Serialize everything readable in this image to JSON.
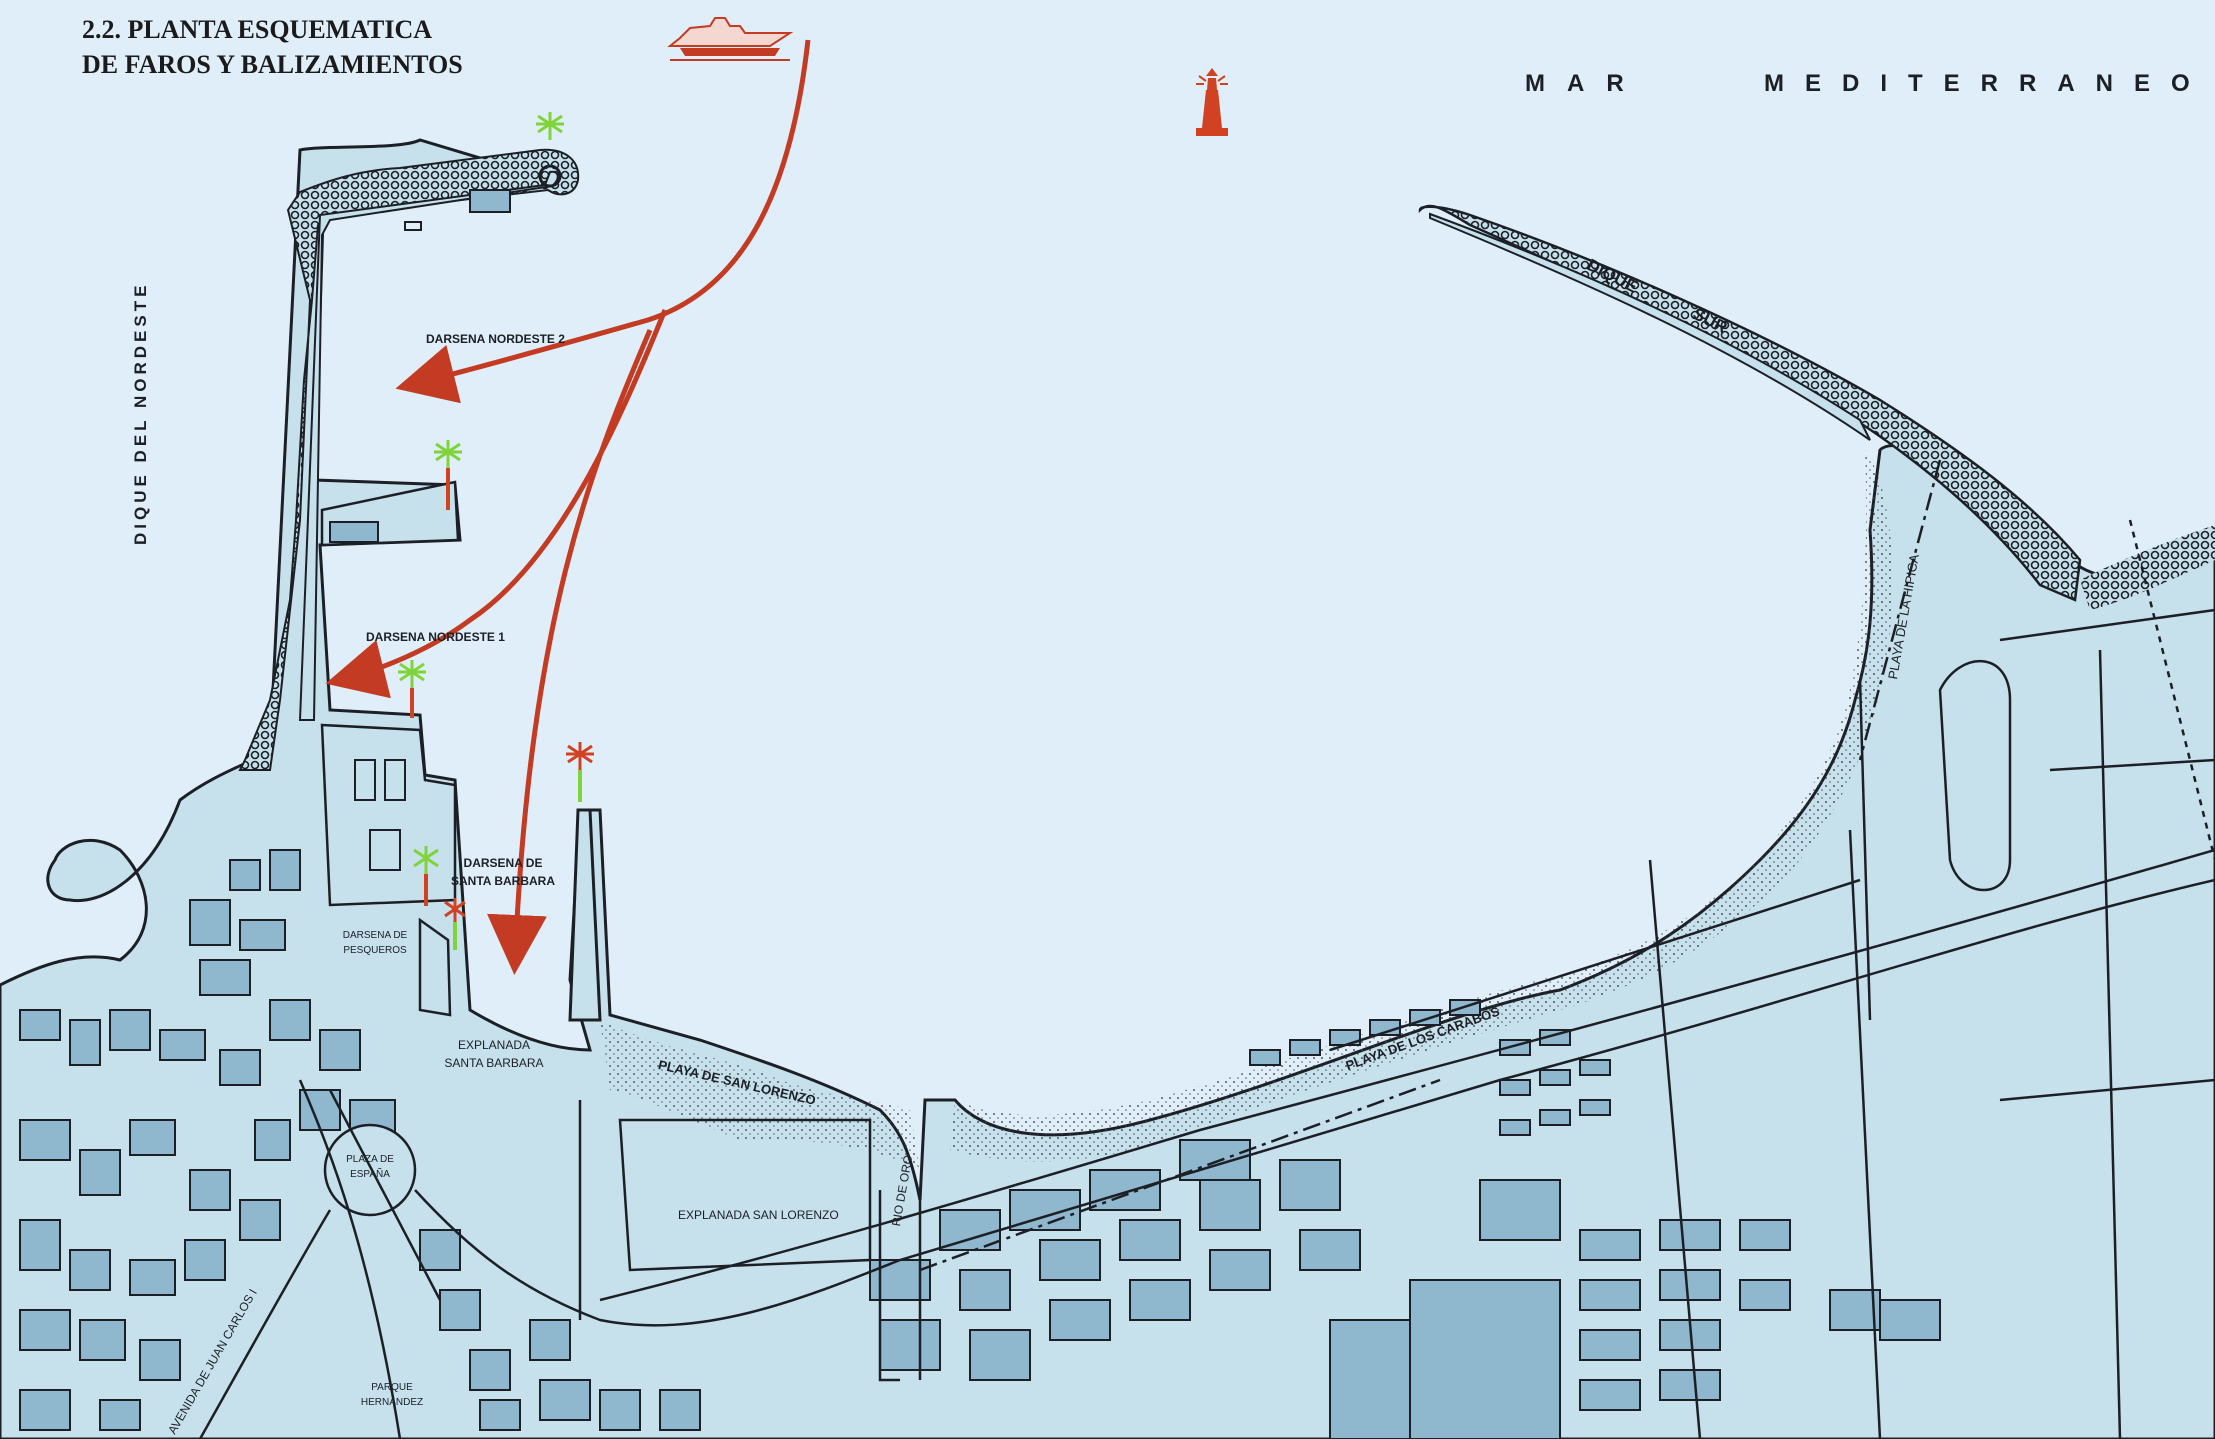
{
  "title": {
    "line1": "2.2. PLANTA ESQUEMATICA",
    "line2": "DE FAROS Y BALIZAMIENTOS"
  },
  "sea": {
    "word1": "MAR",
    "word2": "MEDITERRANEO"
  },
  "labels": {
    "dique_del_nordeste": "DIQUE DEL NORDESTE",
    "darsena_nordeste_2": "DARSENA NORDESTE 2",
    "darsena_nordeste_1": "DARSENA NORDESTE 1",
    "darsena_santa_barbara": "DARSENA DE SANTA BARBARA",
    "darsena_pesqueros": "DARSENA DE PESQUEROS",
    "explanada_santa_barbara": "EXPLANADA SANTA BARBARA",
    "playa_san_lorenzo": "PLAYA DE SAN LORENZO",
    "explanada_san_lorenzo": "EXPLANADA SAN LORENZO",
    "plaza_espana": "PLAZA DE ESPAÑA",
    "avenida_juan_carlos": "AVENIDA DE JUAN CARLOS I",
    "parque_hernandez": "PARQUE HERNANDEZ",
    "rio_de_oro": "RIO DE ORO",
    "playa_los_carabos": "PLAYA DE LOS CARABOS",
    "dique_sur_1": "DIQUE",
    "dique_sur_2": "SUR",
    "playa_hipica": "PLAYA DE LA HIPICA"
  },
  "colors": {
    "sea": "#dfeef9",
    "land": "#c6e0ec",
    "block": "#8fb8ce",
    "ink": "#1c2026",
    "route": "#c23b22",
    "light_green": "#7fd43a",
    "lighthouse_red": "#d04222"
  },
  "icons": {
    "ship": "ship-icon",
    "lighthouse": "lighthouse-icon",
    "beacon": "green-beacon-icon"
  }
}
